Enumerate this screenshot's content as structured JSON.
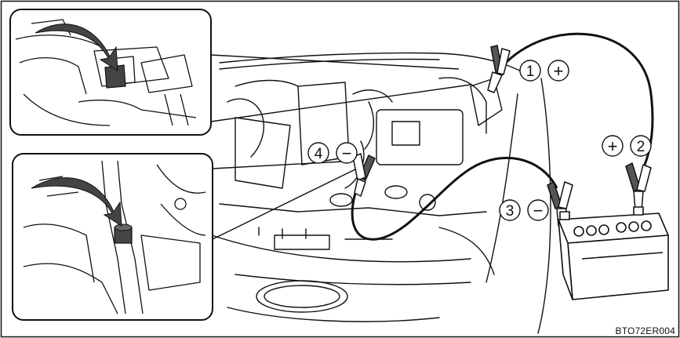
{
  "figure": {
    "reference_code": "BTO72ER004",
    "steps": [
      {
        "number": "1",
        "polarity": "+"
      },
      {
        "number": "2",
        "polarity": "+"
      },
      {
        "number": "3",
        "polarity": "−"
      },
      {
        "number": "4",
        "polarity": "−"
      }
    ],
    "colors": {
      "line": "#111111",
      "background": "#ffffff",
      "shade": "#444444"
    }
  }
}
